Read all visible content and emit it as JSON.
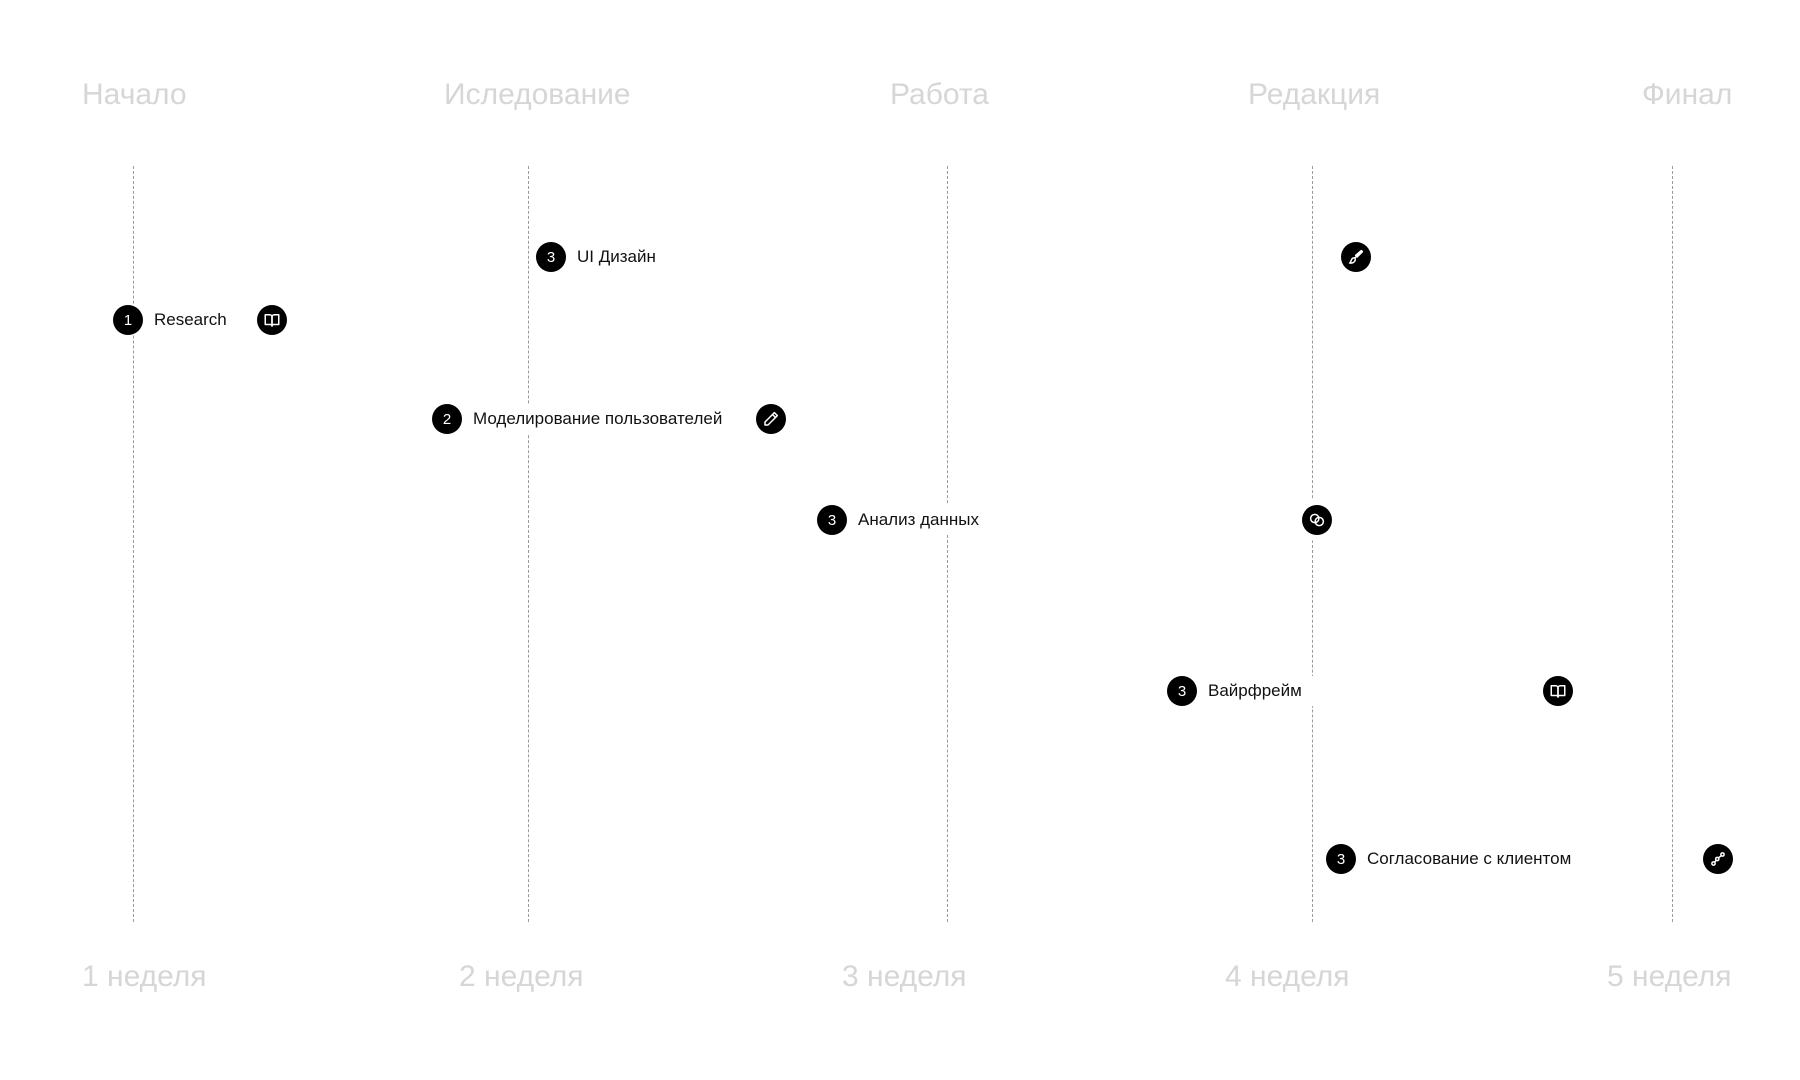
{
  "phases": [
    "Начало",
    "Иследование",
    "Работа",
    "Редакция",
    "Финал"
  ],
  "weeks": [
    "1 неделя",
    "2 неделя",
    "3 неделя",
    "4 неделя",
    "5 неделя"
  ],
  "tasks": [
    {
      "number": "1",
      "label": "Research",
      "icon": "book-icon"
    },
    {
      "number": "3",
      "label": "UI Дизайн",
      "icon": "brush-icon"
    },
    {
      "number": "2",
      "label": "Моделирование пользователей",
      "icon": "pencil-icon"
    },
    {
      "number": "3",
      "label": "Анализ данных",
      "icon": "venn-icon"
    },
    {
      "number": "3",
      "label": "Вайрфрейм",
      "icon": "book-icon"
    },
    {
      "number": "3",
      "label": "Согласование с клиентом",
      "icon": "route-icon"
    }
  ],
  "colors": {
    "label_gray": "#d6d6d6",
    "gridline": "#9a9a9a",
    "marker": "#000000"
  }
}
